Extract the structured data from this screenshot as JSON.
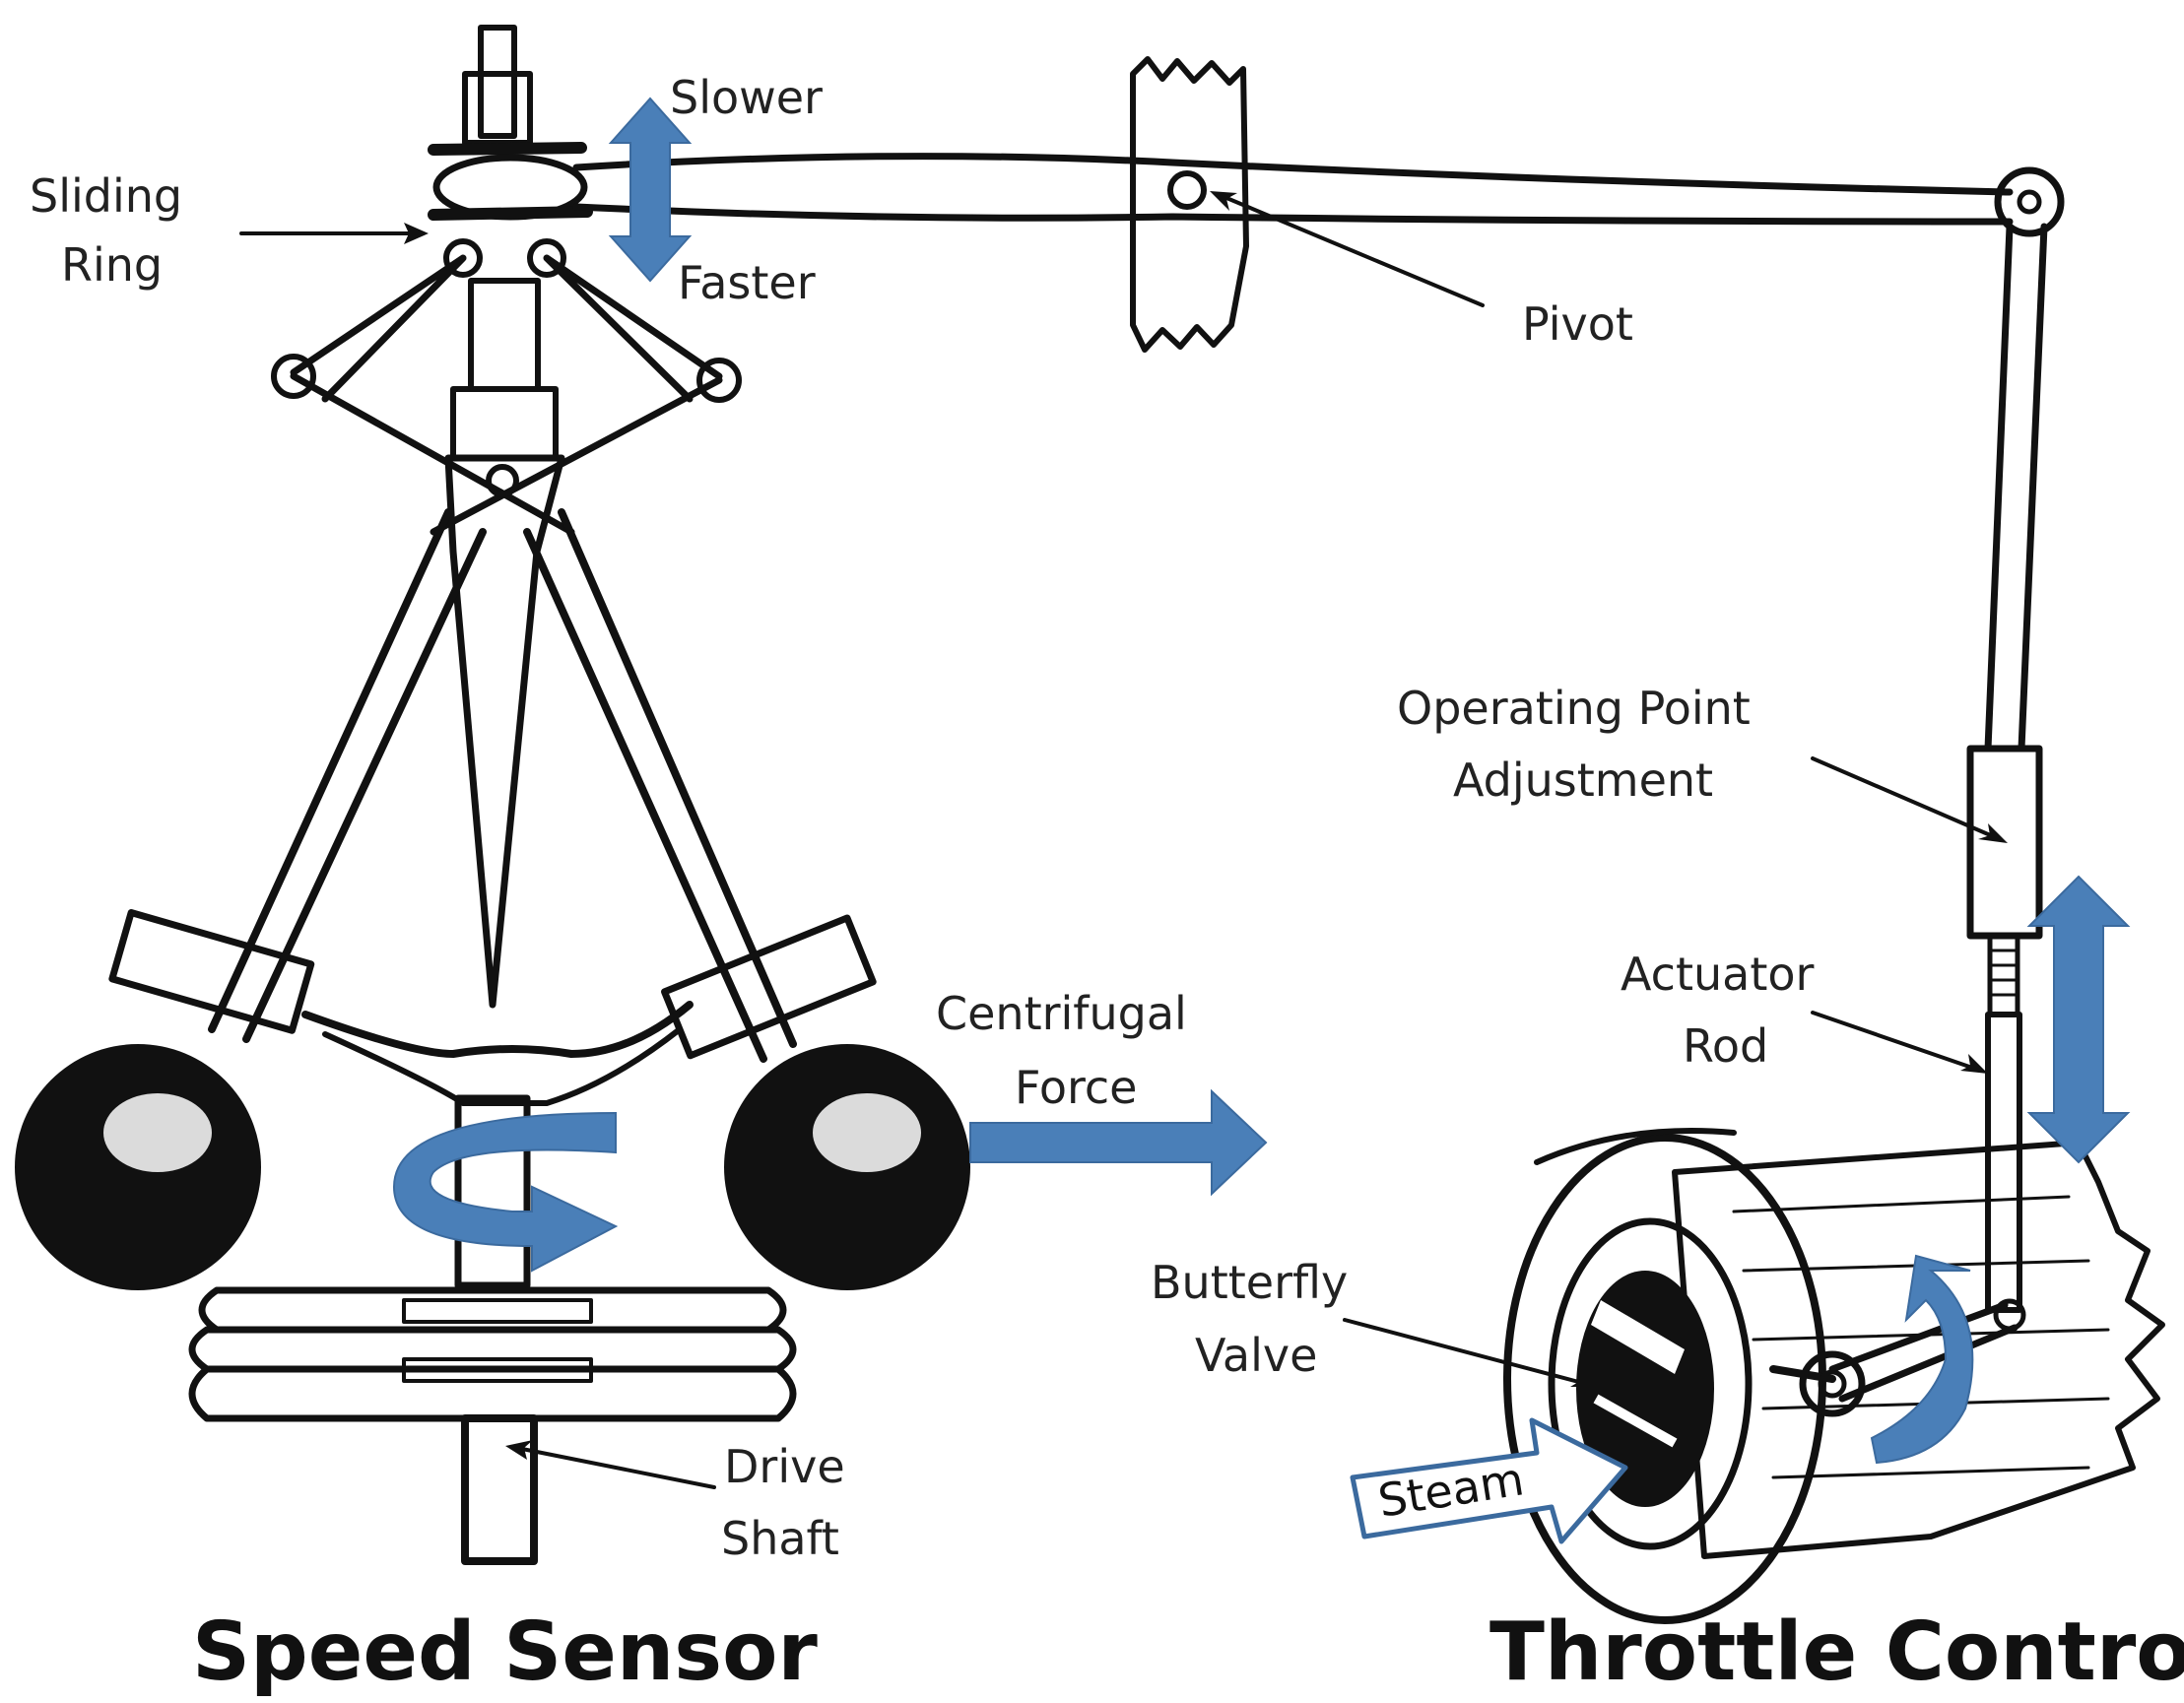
{
  "labels": {
    "slower": "Slower",
    "faster": "Faster",
    "sliding_ring_1": "Sliding",
    "sliding_ring_2": "Ring",
    "pivot": "Pivot",
    "operating_point_1": "Operating Point",
    "operating_point_2": "Adjustment",
    "actuator_1": "Actuator",
    "actuator_2": "Rod",
    "centrifugal_1": "Centrifugal",
    "centrifugal_2": "Force",
    "butterfly_1": "Butterfly",
    "butterfly_2": "Valve",
    "steam": "Steam",
    "drive_1": "Drive",
    "drive_2": "Shaft"
  },
  "titles": {
    "speed_sensor": "Speed Sensor",
    "throttle_control": "Throttle Control"
  },
  "colors": {
    "arrow_blue": "#4a7fb8",
    "ink": "#111111"
  }
}
